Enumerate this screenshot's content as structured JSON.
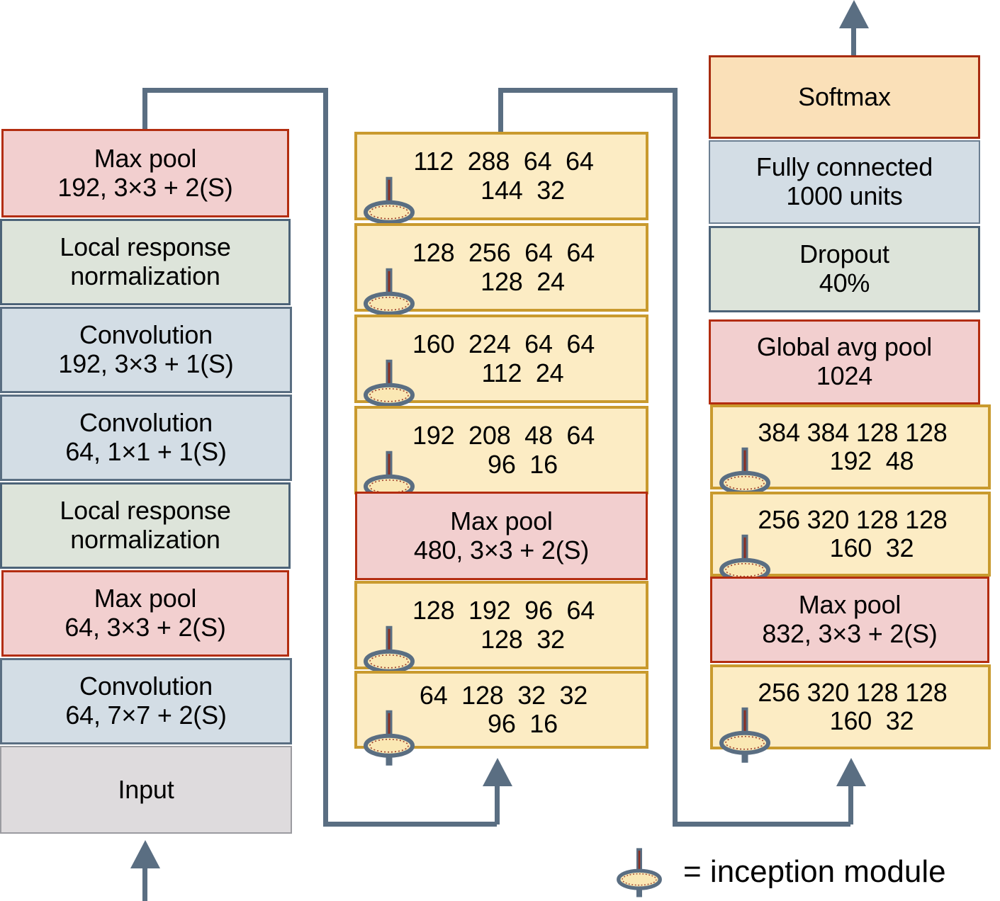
{
  "diagram": {
    "title": "GoogLeNet / Inception network architecture",
    "icon_names": {
      "inception": "spinning-top-icon",
      "arrow": "arrow-up-icon"
    },
    "colors": {
      "maxpool_fill": "#f2cfcf",
      "maxpool_border": "#b32d10",
      "conv_fill": "#d3dde5",
      "conv_border": "#5a6e82",
      "lrn_fill": "#dde4da",
      "lrn_border": "#4c6378",
      "input_fill": "#dedbdd",
      "input_border": "#9b9ba0",
      "softmax_fill": "#fae0b8",
      "softmax_border": "#a82c10",
      "inception_fill": "#fcecc4",
      "inception_border": "#c99a2e",
      "wire": "#5a6e82",
      "text": "#000000"
    }
  },
  "legend": {
    "icon": "spinning-top-icon",
    "text": "= inception module"
  },
  "columns": [
    {
      "id": "column-left",
      "blocks": [
        {
          "id": "left-max-pool-192",
          "type": "maxpool",
          "line1": "Max pool",
          "line2": "192, 3×3 + 2(S)"
        },
        {
          "id": "left-lrn-2",
          "type": "lrn",
          "line1": "Local response",
          "line2": "normalization"
        },
        {
          "id": "left-conv-192",
          "type": "conv",
          "line1": "Convolution",
          "line2": "192, 3×3 + 1(S)"
        },
        {
          "id": "left-conv-64-1x1",
          "type": "conv",
          "line1": "Convolution",
          "line2": "64, 1×1 + 1(S)"
        },
        {
          "id": "left-lrn-1",
          "type": "lrn",
          "line1": "Local response",
          "line2": "normalization"
        },
        {
          "id": "left-max-pool-64",
          "type": "maxpool",
          "line1": "Max pool",
          "line2": "64, 3×3 + 2(S)"
        },
        {
          "id": "left-conv-64-7x7",
          "type": "conv",
          "line1": "Convolution",
          "line2": "64, 7×7 + 2(S)"
        },
        {
          "id": "left-input",
          "type": "input",
          "line1": "Input",
          "line2": ""
        }
      ]
    },
    {
      "id": "column-middle",
      "blocks": [
        {
          "id": "mid-inception-4e",
          "type": "inception",
          "row1": "112  288  64  64",
          "row2": "144  32"
        },
        {
          "id": "mid-inception-4d",
          "type": "inception",
          "row1": "128  256  64  64",
          "row2": "128  24"
        },
        {
          "id": "mid-inception-4c",
          "type": "inception",
          "row1": "160  224  64  64",
          "row2": "112  24"
        },
        {
          "id": "mid-inception-4b",
          "type": "inception",
          "row1": "192  208  48  64",
          "row2": "96  16"
        },
        {
          "id": "mid-max-pool-480",
          "type": "maxpool",
          "line1": "Max pool",
          "line2": "480, 3×3 + 2(S)"
        },
        {
          "id": "mid-inception-3b",
          "type": "inception",
          "row1": "128  192  96  64",
          "row2": "128  32"
        },
        {
          "id": "mid-inception-3a",
          "type": "inception",
          "row1": "64  128  32  32",
          "row2": "96  16"
        }
      ]
    },
    {
      "id": "column-right",
      "blocks": [
        {
          "id": "right-softmax",
          "type": "softmax",
          "line1": "Softmax",
          "line2": ""
        },
        {
          "id": "right-fully-connected",
          "type": "fc",
          "line1": "Fully connected",
          "line2": "1000 units"
        },
        {
          "id": "right-dropout",
          "type": "dropout",
          "line1": "Dropout",
          "line2": "40%"
        },
        {
          "id": "right-global-avg-pool",
          "type": "maxpool",
          "line1": "Global avg pool",
          "line2": "1024"
        },
        {
          "id": "right-inception-5b",
          "type": "inception",
          "row1": "384 384 128 128",
          "row2": "192  48"
        },
        {
          "id": "right-inception-5a",
          "type": "inception",
          "row1": "256 320 128 128",
          "row2": "160  32"
        },
        {
          "id": "right-max-pool-832",
          "type": "maxpool",
          "line1": "Max pool",
          "line2": "832, 3×3 + 2(S)"
        },
        {
          "id": "right-inception-4f",
          "type": "inception",
          "row1": "256 320 128 128",
          "row2": "160  32"
        }
      ]
    }
  ]
}
